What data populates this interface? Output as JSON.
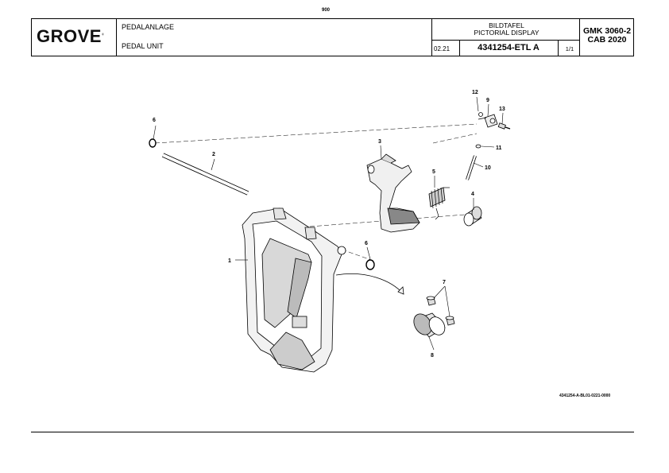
{
  "page_number": "900",
  "title_block": {
    "logo": "GROVE",
    "logo_mark": "®",
    "title_de": "PEDALANLAGE",
    "title_en": "PEDAL UNIT",
    "display_de": "BILDTAFEL",
    "display_en": "PICTORIAL DISPLAY",
    "date": "02.21",
    "part_number": "4341254-ETL A",
    "sheet": "1/1",
    "model_line1": "GMK 3060-2",
    "model_line2": "CAB 2020"
  },
  "drawing": {
    "callouts": [
      "1",
      "2",
      "3",
      "4",
      "5",
      "6",
      "6",
      "7",
      "8",
      "9",
      "10",
      "11",
      "12",
      "13"
    ],
    "reference": "4341254-A-BL01-0221-0000"
  }
}
